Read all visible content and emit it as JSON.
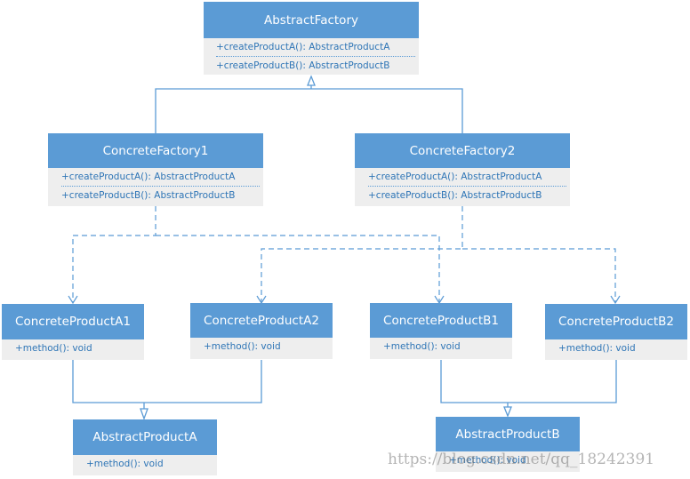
{
  "abstract_factory": {
    "name": "AbstractFactory",
    "methods": [
      "+createProductA(): AbstractProductA",
      "+createProductB(): AbstractProductB"
    ]
  },
  "concrete_factory_1": {
    "name": "ConcreteFactory1",
    "methods": [
      "+createProductA(): AbstractProductA",
      "+createProductB(): AbstractProductB"
    ]
  },
  "concrete_factory_2": {
    "name": "ConcreteFactory2",
    "methods": [
      "+createProductA(): AbstractProductA",
      "+createProductB(): AbstractProductB"
    ]
  },
  "concrete_product_a1": {
    "name": "ConcreteProductA1",
    "method": "+method(): void"
  },
  "concrete_product_a2": {
    "name": "ConcreteProductA2",
    "method": "+method(): void"
  },
  "concrete_product_b1": {
    "name": "ConcreteProductB1",
    "method": "+method(): void"
  },
  "concrete_product_b2": {
    "name": "ConcreteProductB2",
    "method": "+method(): void"
  },
  "abstract_product_a": {
    "name": "AbstractProductA",
    "method": "+method(): void"
  },
  "abstract_product_b": {
    "name": "AbstractProductB",
    "method": "+method(): void"
  },
  "watermark": "https://blog.csdn.net/qq_18242391",
  "colors": {
    "header": "#5b9bd5",
    "body": "#eeeeee",
    "text": "#2e75b6",
    "line": "#5b9bd5"
  }
}
